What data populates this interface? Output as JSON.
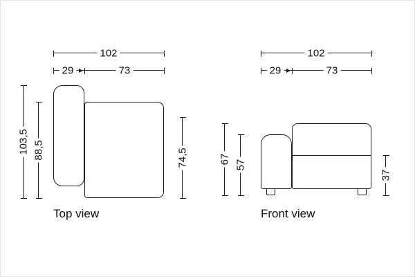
{
  "canvas": {
    "background": "#ffffff",
    "line_color": "#1c1c1c",
    "frame_color": "#e4e4e4",
    "text_color": "#111111"
  },
  "top_view": {
    "label": "Top view",
    "dims": {
      "total_width": "102",
      "armrest_width": "29",
      "seat_width": "73",
      "total_depth": "103,5",
      "inner_depth": "88,5",
      "seat_depth": "74,5"
    }
  },
  "front_view": {
    "label": "Front view",
    "dims": {
      "total_width": "102",
      "armrest_width": "29",
      "seat_width": "73",
      "total_height": "67",
      "armrest_height": "57",
      "seat_height": "37"
    }
  }
}
